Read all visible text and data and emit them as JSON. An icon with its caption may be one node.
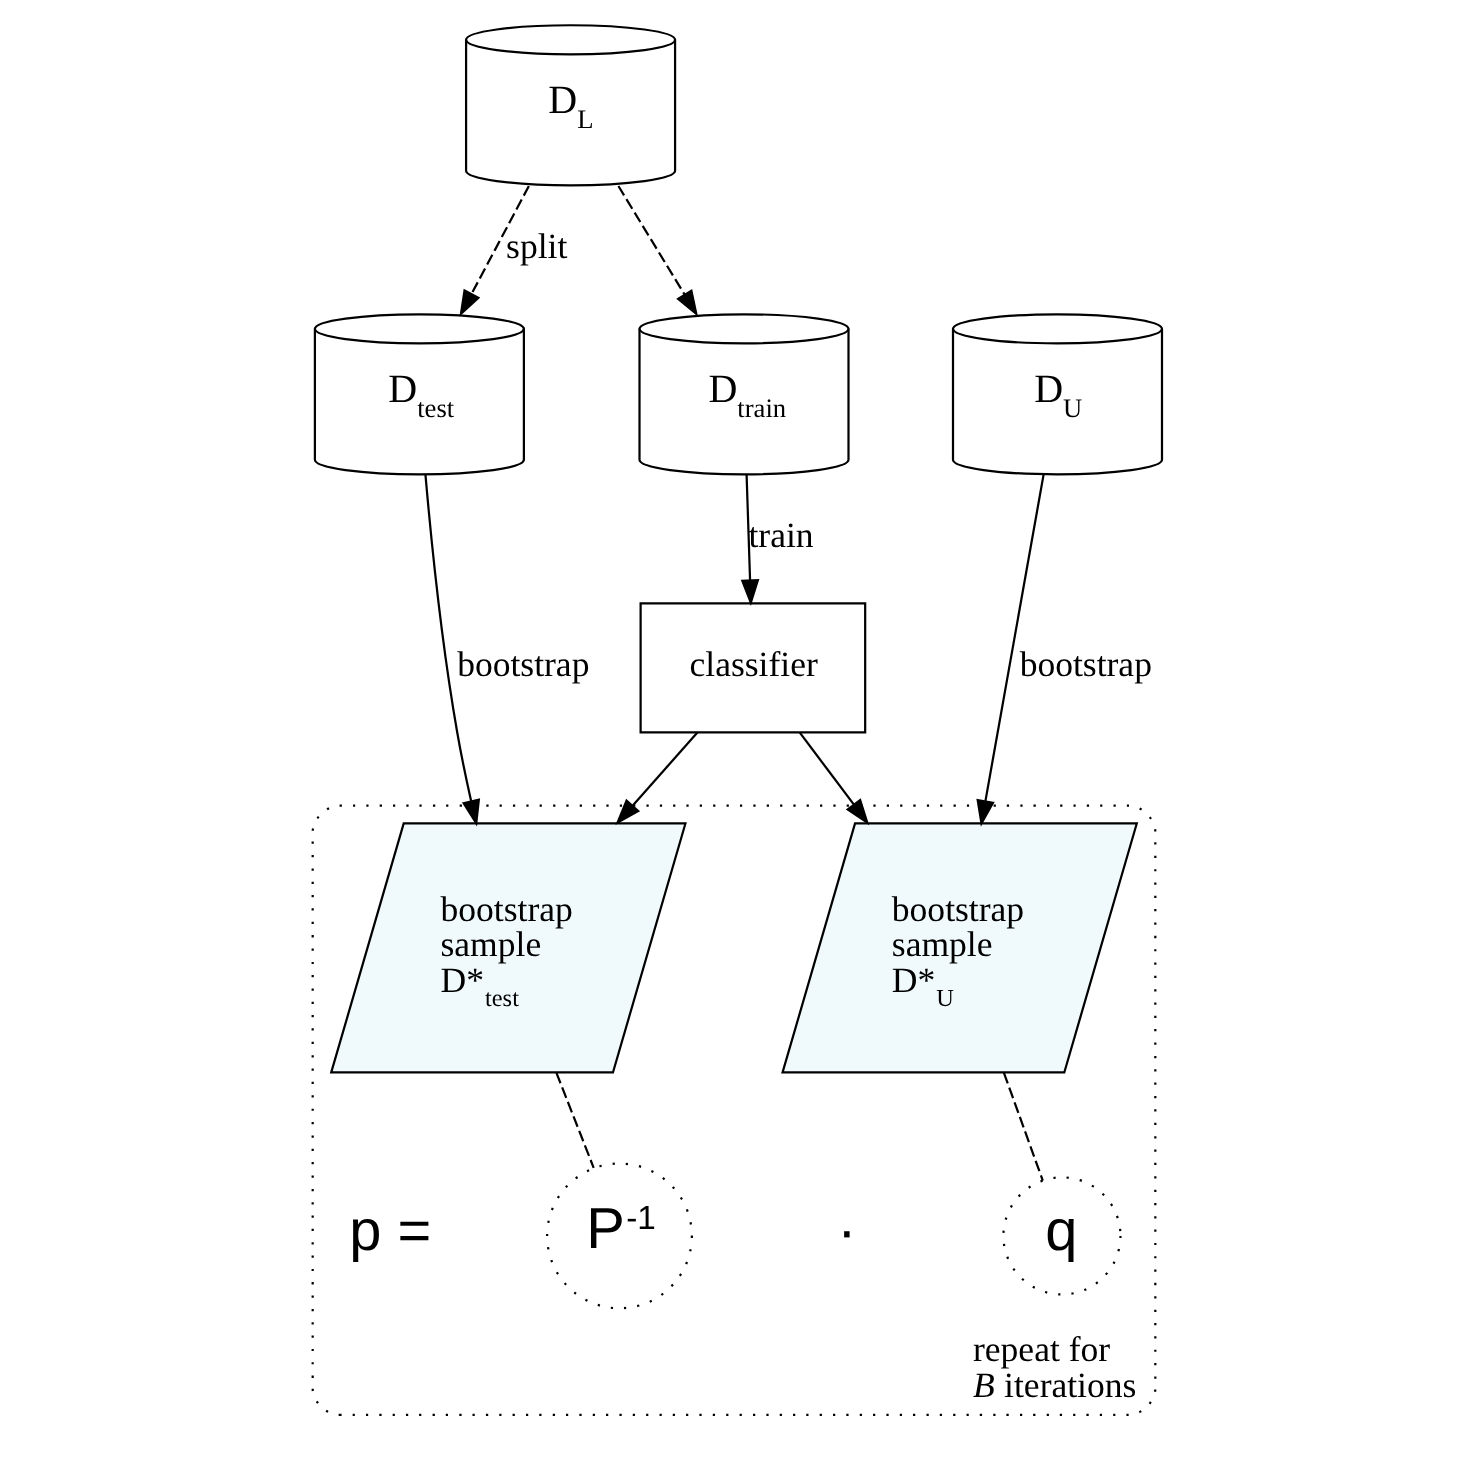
{
  "diagram": {
    "nodes": [
      {
        "text": [
          "D$_{L}$"
        ]
      },
      {
        "text": [
          "D$_{test}$"
        ]
      },
      {
        "text": [
          "D$_{train}$"
        ]
      },
      {
        "text": [
          "D$_{U}$"
        ]
      },
      {
        "text": [
          "classifier"
        ]
      },
      {
        "text": [
          "bootstrap sample D*$_{test}$"
        ],
        "in": 7
      },
      {
        "text": [
          "bootstrap sample D*$_{U}$"
        ],
        "in": 7
      },
      {
        "text": [
          "repeat for *B* iterations"
        ]
      },
      {
        "text": [
          "P$^{-1}$"
        ],
        "in": 7
      },
      {
        "text": [
          "q"
        ],
        "in": 7
      }
    ],
    "edges": [
      {
        "from": 0,
        "to": 1,
        "arrow": "to",
        "style": "dashed",
        "label": "split"
      },
      {
        "from": 0,
        "to": 2,
        "arrow": "to",
        "style": "dashed"
      },
      {
        "from": 2,
        "to": 4,
        "arrow": "to",
        "label": "train"
      },
      {
        "from": 1,
        "to": 5,
        "arrow": "to",
        "label": "bootstrap"
      },
      {
        "from": 4,
        "to": 5,
        "arrow": "to"
      },
      {
        "from": 4,
        "to": 6,
        "arrow": "to"
      },
      {
        "from": 3,
        "to": 6,
        "arrow": "to",
        "label": "bootstrap"
      },
      {
        "from": 5,
        "to": 8,
        "arrow": "none",
        "style": "dashed"
      },
      {
        "from": 6,
        "to": 9,
        "arrow": "none",
        "style": "dashed"
      }
    ],
    "labels": [
      "p =",
      "·"
    ]
  }
}
